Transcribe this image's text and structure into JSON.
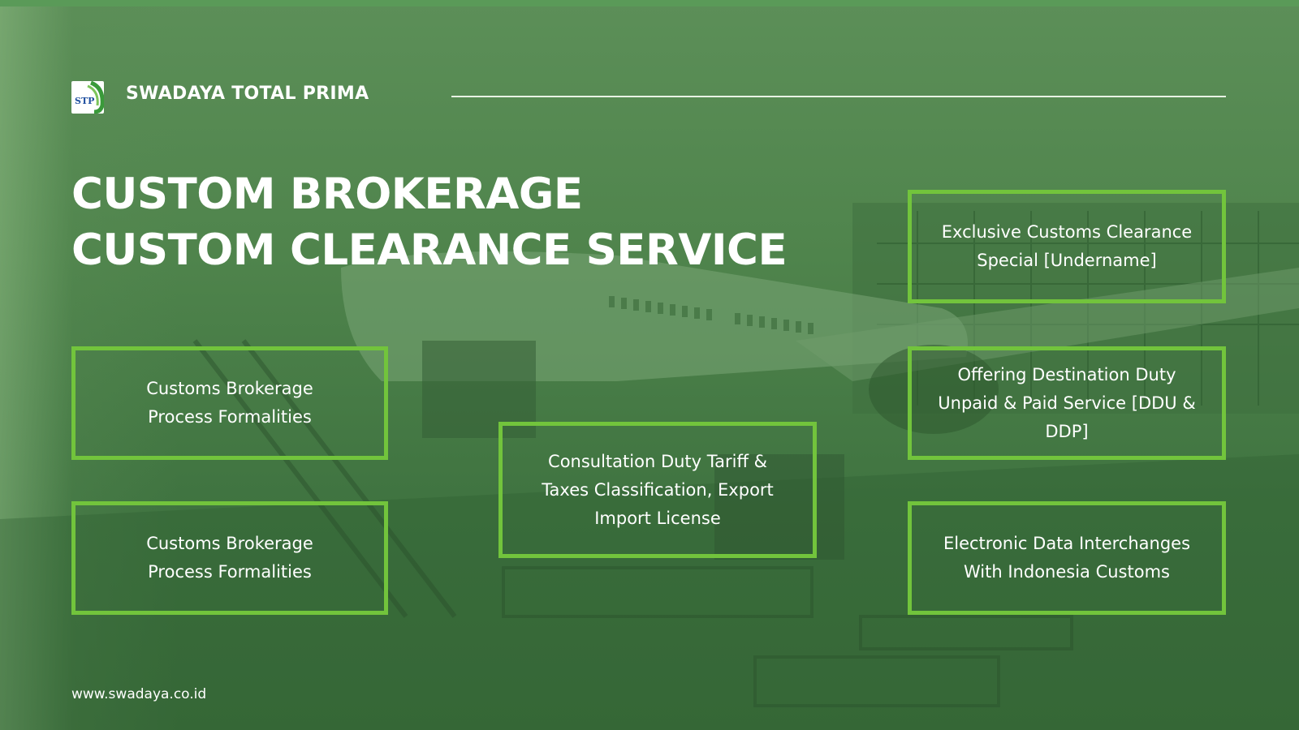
{
  "brand": {
    "logo_text": "STP",
    "name": "SWADAYA TOTAL PRIMA"
  },
  "title": {
    "line1": "CUSTOM BROKERAGE",
    "line2": "CUSTOM CLEARANCE SERVICE"
  },
  "services": {
    "left_top": {
      "line1": "Customs Brokerage",
      "line2": "Process Formalities"
    },
    "left_bottom": {
      "line1": "Customs Brokerage",
      "line2": "Process Formalities"
    },
    "center": {
      "line1": "Consultation Duty Tariff &",
      "line2": "Taxes Classification, Export",
      "line3": "Import License"
    },
    "right_top": {
      "line1": "Exclusive Customs Clearance",
      "line2": "Special [Undername]"
    },
    "right_middle": {
      "line1": "Offering Destination Duty",
      "line2": "Unpaid & Paid Service [DDU &",
      "line3": "DDP]"
    },
    "right_bottom": {
      "line1": "Electronic Data Interchanges",
      "line2": "With Indonesia Customs"
    }
  },
  "footer": {
    "url": "www.swadaya.co.id"
  },
  "colors": {
    "background": "#4a7f48",
    "box_border": "#72c43c",
    "text": "#ffffff"
  }
}
